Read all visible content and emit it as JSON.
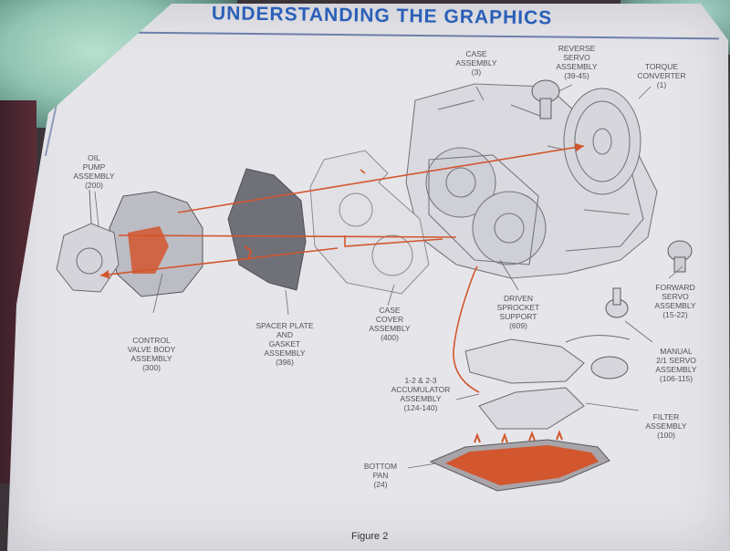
{
  "page": {
    "title": "UNDERSTANDING THE GRAPHICS",
    "figure_caption": "Figure 2"
  },
  "labels": {
    "oil_pump": {
      "name": "OIL PUMP ASSEMBLY",
      "line1": "OIL",
      "line2": "PUMP",
      "line3": "ASSEMBLY",
      "num": "(200)"
    },
    "case": {
      "name": "CASE ASSEMBLY",
      "line1": "CASE",
      "line2": "ASSEMBLY",
      "num": "(3)"
    },
    "reverse_servo": {
      "name": "REVERSE SERVO ASSEMBLY",
      "line1": "REVERSE",
      "line2": "SERVO",
      "line3": "ASSEMBLY",
      "num": "(39-45)"
    },
    "torque_converter": {
      "name": "TORQUE CONVERTER",
      "line1": "TORQUE",
      "line2": "CONVERTER",
      "num": "(1)"
    },
    "control_valve": {
      "name": "CONTROL VALVE BODY ASSEMBLY",
      "line1": "CONTROL",
      "line2": "VALVE BODY",
      "line3": "ASSEMBLY",
      "num": "(300)"
    },
    "spacer_plate": {
      "name": "SPACER PLATE AND GASKET ASSEMBLY",
      "line1": "SPACER PLATE",
      "line2": "AND",
      "line3": "GASKET",
      "line4": "ASSEMBLY",
      "num": "(396)"
    },
    "case_cover": {
      "name": "CASE COVER ASSEMBLY",
      "line1": "CASE",
      "line2": "COVER",
      "line3": "ASSEMBLY",
      "num": "(400)"
    },
    "driven_sprocket": {
      "name": "DRIVEN SPROCKET SUPPORT",
      "line1": "DRIVEN",
      "line2": "SPROCKET",
      "line3": "SUPPORT",
      "num": "(609)"
    },
    "forward_servo": {
      "name": "FORWARD SERVO ASSEMBLY",
      "line1": "FORWARD",
      "line2": "SERVO",
      "line3": "ASSEMBLY",
      "num": "(15-22)"
    },
    "manual_servo": {
      "name": "MANUAL 2/1 SERVO ASSEMBLY",
      "line1": "MANUAL",
      "line2": "2/1 SERVO",
      "line3": "ASSEMBLY",
      "num": "(106-115)"
    },
    "accumulator": {
      "name": "1-2 & 2-3 ACCUMULATOR ASSEMBLY",
      "line1": "1-2 & 2-3",
      "line2": "ACCUMULATOR",
      "line3": "ASSEMBLY",
      "num": "(124-140)"
    },
    "filter": {
      "name": "FILTER ASSEMBLY",
      "line1": "FILTER",
      "line2": "ASSEMBLY",
      "num": "(100)"
    },
    "bottom_pan": {
      "name": "BOTTOM PAN",
      "line1": "BOTTOM",
      "line2": "PAN",
      "num": "(24)"
    }
  },
  "colors": {
    "title_blue": "#2a5fb8",
    "accent_orange": "#d2562e",
    "line_gray": "#6a6a72"
  }
}
